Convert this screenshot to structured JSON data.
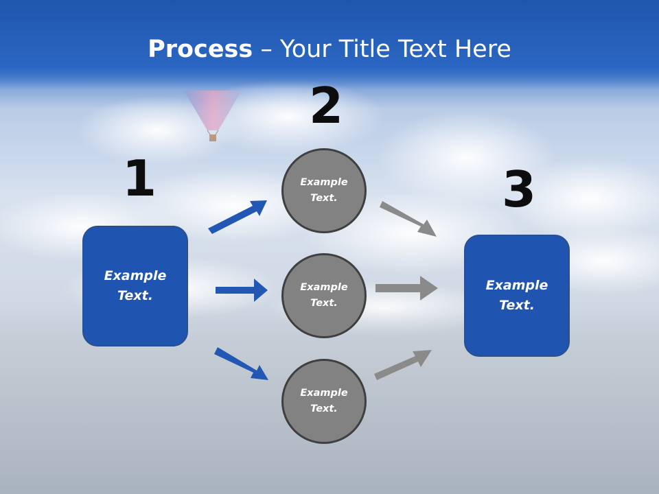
{
  "title": {
    "bold": "Process",
    "rest": " – Your Title Text Here"
  },
  "steps": {
    "one": "1",
    "two": "2",
    "three": "3"
  },
  "nodes": {
    "start": "Example Text.",
    "circle_top": "Example Text.",
    "circle_middle": "Example Text.",
    "circle_bottom": "Example Text.",
    "end": "Example Text."
  },
  "colors": {
    "blue": "#1f55b0",
    "gray": "#828282",
    "arrow_blue": "#2257b4",
    "arrow_gray": "#8a8a8a"
  }
}
